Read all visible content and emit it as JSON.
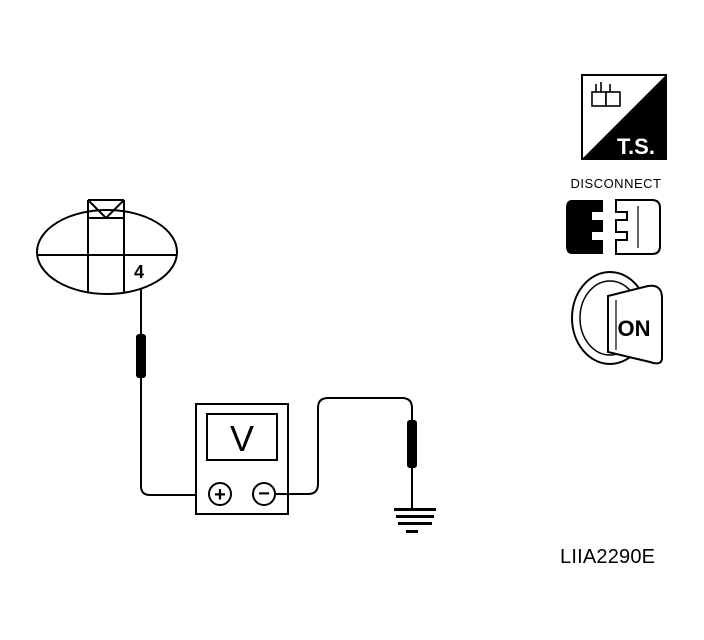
{
  "connector": {
    "terminal_label": "4"
  },
  "meter": {
    "display": "V",
    "positive_symbol": "+",
    "negative_symbol": "−"
  },
  "icons": {
    "ts_label": "T.S.",
    "disconnect_label": "DISCONNECT",
    "ignition_label": "ON"
  },
  "figure_code": "LIIA2290E"
}
